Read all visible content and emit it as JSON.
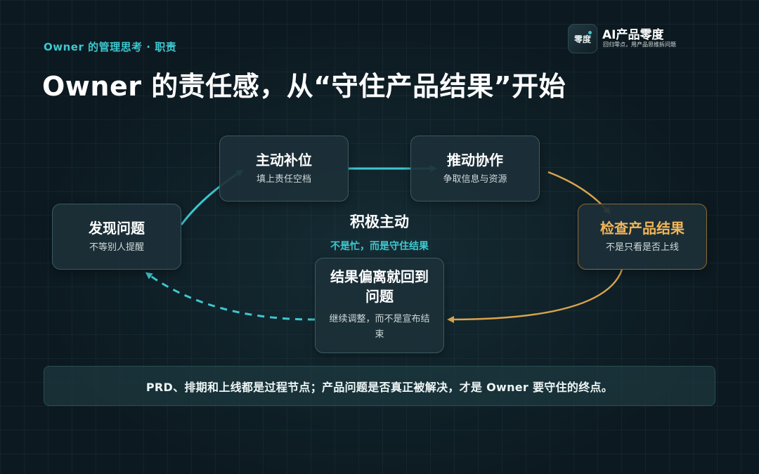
{
  "header": {
    "subtitle": "Owner 的管理思考 · 职责",
    "title": "Owner 的责任感，从“守住产品结果”开始"
  },
  "brand": {
    "logo_text": "零度",
    "name": "AI产品零度",
    "slogan": "回归零点，用产品思维拆问题"
  },
  "diagram": {
    "center": {
      "title": "积极主动",
      "subtitle": "不是忙，而是守住结果"
    },
    "nodes": {
      "discover": {
        "title": "发现问题",
        "subtitle": "不等别人提醒"
      },
      "fill": {
        "title": "主动补位",
        "subtitle": "填上责任空档"
      },
      "collaborate": {
        "title": "推动协作",
        "subtitle": "争取信息与资源"
      },
      "check": {
        "title": "检查产品结果",
        "subtitle": "不是只看是否上线"
      },
      "return": {
        "title": "结果偏离就回到问题",
        "subtitle": "继续调整，而不是宣布结束"
      }
    },
    "colors": {
      "teal": "#3ec7cf",
      "gold": "#d9a44e"
    }
  },
  "banner": {
    "text": "PRD、排期和上线都是过程节点；产品问题是否真正被解决，才是 Owner 要守住的终点。"
  }
}
